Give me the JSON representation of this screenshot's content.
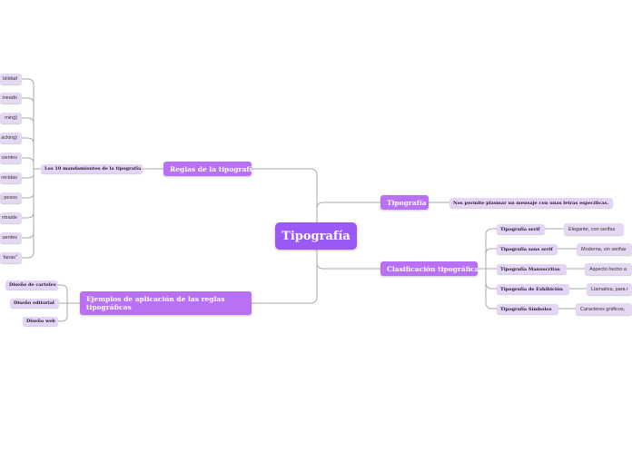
{
  "root": "Tipografía",
  "tipografia": {
    "label": "Tipografía",
    "definition": "Nos permite plasmar un mensaje con unas letras específicas."
  },
  "reglas": {
    "label": "Reglas de la tipografía",
    "sub": "Los 10 mandamientos de la tipografía",
    "items": [
      "bilidad",
      "ineado",
      "rning)",
      "acking)",
      "cientes",
      "recidas",
      "; pesos",
      "ntraste",
      "uentes",
      "fanas\""
    ]
  },
  "ejemplos": {
    "label": "Ejemplos de aplicación de las reglas tipográficas",
    "items": [
      "Diseño de carteles",
      "Diseño editorial",
      "Diseño web"
    ]
  },
  "clasificacion": {
    "label": "Clasificación tipográfica",
    "types": [
      {
        "name": "Tipografía serif",
        "desc": "Elegante, con serifas"
      },
      {
        "name": "Tipografía sans serif",
        "desc": "Moderna, sin serifas"
      },
      {
        "name": "Tipografía Manuscritas",
        "desc": "Aspecto hecho a"
      },
      {
        "name": "Tipografía de Exhibición",
        "desc": "Llamativa, para r"
      },
      {
        "name": "Tipografía Símbolos",
        "desc": "Caracteres gráficos,"
      }
    ]
  }
}
